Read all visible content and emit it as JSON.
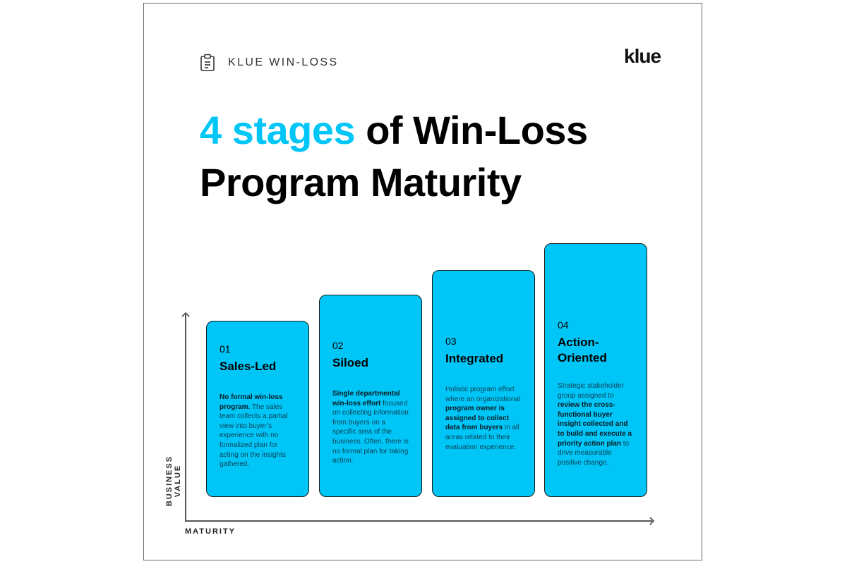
{
  "header": {
    "eyebrow_icon": "clipboard-icon",
    "eyebrow_label": "KLUE WIN-LOSS",
    "logo": "klue"
  },
  "title": {
    "accent": "4 stages",
    "rest_line1": " of Win-Loss",
    "line2": "Program Maturity",
    "accent_color": "#00c6f7"
  },
  "axes": {
    "y_label": "BUSINESS VALUE",
    "x_label": "MATURITY"
  },
  "stages": [
    {
      "number": "01",
      "name": "Sales-Led",
      "desc_bold_1": "No formal win-loss program.",
      "desc_normal_1": " The sales team collects a partial view into buyer’s experience with no formalized plan for acting on the insights gathered.",
      "desc_bold_2": "",
      "desc_normal_2": ""
    },
    {
      "number": "02",
      "name": "Siloed",
      "desc_bold_1": "Single departmental win-loss effort",
      "desc_normal_1": " focused on collecting information from buyers on a specific area of the business. Often, there is no formal plan for taking action.",
      "desc_bold_2": "",
      "desc_normal_2": ""
    },
    {
      "number": "03",
      "name": "Integrated",
      "desc_normal_0": "Holistic program effort where an organizational ",
      "desc_bold_1": "program owner is assigned to collect data from buyers",
      "desc_normal_1": " in all areas related to their evaluation experience."
    },
    {
      "number": "04",
      "name": "Action-Oriented",
      "desc_normal_0": "Strategic stakeholder group assigned to ",
      "desc_bold_1": "review the cross-functional buyer insight collected and to build and execute a priority action plan",
      "desc_normal_1": " to drive measurable positive change."
    }
  ],
  "colors": {
    "card_fill": "#00c6f7",
    "card_border": "#1a1a1a",
    "axis": "#555555"
  }
}
